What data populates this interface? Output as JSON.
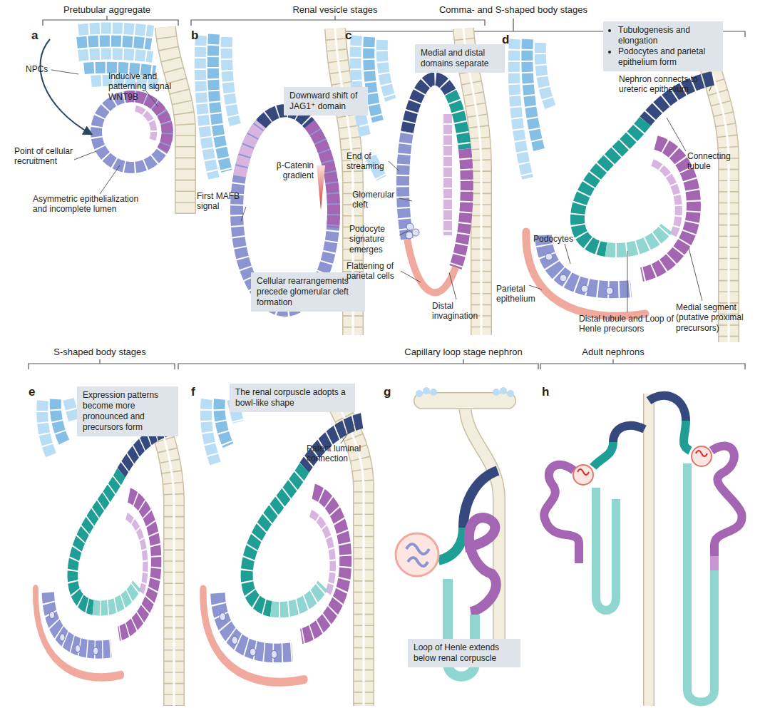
{
  "diagram": {
    "nodes": [
      {
        "text": [
          "Downward shift of JAG1⁺ domain"
        ]
      },
      {
        "text": [
          "Cellular rearrangements precede glomerular cleft formation"
        ]
      },
      {
        "text": [
          "Medial and distal domains separate"
        ]
      },
      {
        "text": [
          "Tubulogenesis and elongation",
          "Podocytes and parietal epithelium form"
        ]
      },
      {
        "text": [
          "Expression patterns become more pronounced and precursors form"
        ]
      },
      {
        "text": [
          "The renal corpuscle adopts a bowl-like shape"
        ]
      },
      {
        "text": [
          "Loop of Henle extends below renal corpuscle"
        ]
      }
    ],
    "edges": [],
    "labels": [
      "Pretubular aggregate",
      "Renal vesicle stages",
      "Comma- and S-shaped body stages",
      "a",
      "NPCs",
      "Inducive and patterning signal WNT9B",
      "Point of cellular recruitment",
      "Asymmetric epithelialization and incomplete lumen",
      "b",
      "β-Catenin gradient",
      "First MAFB signal",
      "c",
      "End of streaming",
      "Glomerular cleft",
      "Podocyte signature emerges",
      "Flattening of parietal cells",
      "Distal invagination",
      "d",
      "Nephron connects to ureteric epithelium",
      "Connecting tubule",
      "Podocytes",
      "Parietal epithelium",
      "Distal tubule and Loop of Henle precursors",
      "Medial segment (putative proximal precursors)",
      "S-shaped body stages",
      "Capillary loop stage nephron",
      "Adult nephrons",
      "e",
      "f",
      "Patent luminal connection",
      "g",
      "h"
    ]
  }
}
